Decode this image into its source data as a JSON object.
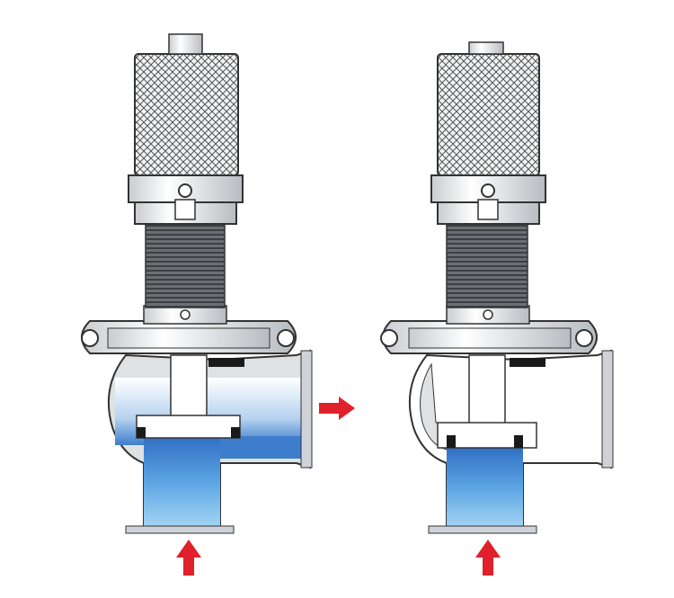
{
  "diagram": {
    "panels": [
      {
        "id": "valve-open",
        "state": "open",
        "flow_outlet": true
      },
      {
        "id": "valve-closed",
        "state": "closed",
        "flow_outlet": false
      }
    ],
    "colors": {
      "water": "#4a90d8",
      "water_light": "#a8d4f0",
      "arrow": "#e0202a",
      "metal": "#e8eaec",
      "metal_dark": "#9aa0a6",
      "spring": "#5a5e63",
      "outline": "#333333",
      "seal": "#1a1a1a"
    }
  }
}
